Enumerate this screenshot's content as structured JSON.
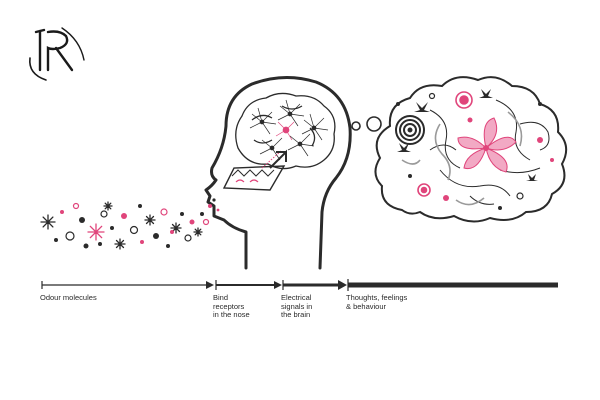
{
  "colors": {
    "ink": "#2b2b2b",
    "accent": "#e0457b",
    "light_accent": "#f2a9c4",
    "grey": "#8a8a8a"
  },
  "logo": {
    "icon": "monogram-logo-icon",
    "letters": "R"
  },
  "stages": [
    {
      "label": "Odour molecules"
    },
    {
      "label": "Bind\nreceptors\nin the nose"
    },
    {
      "label": "Electrical\nsignals in\nthe brain"
    },
    {
      "label": "Thoughts, feelings\n& behaviour"
    }
  ],
  "icons": {
    "head": "head-profile-icon",
    "brain": "brain-icon",
    "neuron": "neuron-icon",
    "thought_cloud": "thought-cloud-icon",
    "flower": "flower-icon",
    "butterfly": "butterfly-icon",
    "spiral": "spiral-icon",
    "molecule": "odour-molecule-icon"
  }
}
